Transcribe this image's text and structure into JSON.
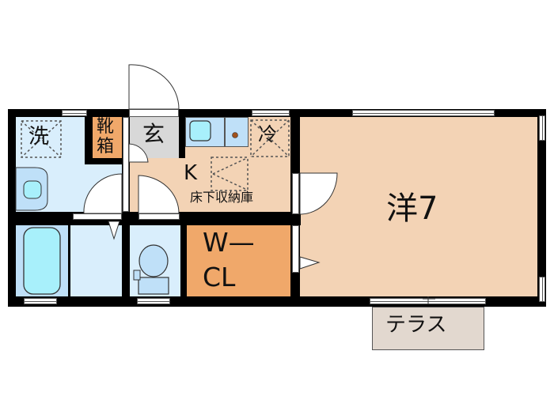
{
  "floorplan": {
    "rooms": {
      "washroom": {
        "label": "洗",
        "type": "washing-machine-space"
      },
      "shoe_box": {
        "label": "靴\n箱",
        "line1": "靴",
        "line2": "箱"
      },
      "entrance": {
        "label": "玄"
      },
      "fridge": {
        "label": "冷"
      },
      "kitchen": {
        "label": "K",
        "sublabel": "床下収納庫"
      },
      "walk_in_closet": {
        "label_line1": "W—",
        "label_line2": "CL"
      },
      "western_room": {
        "label": "洋7",
        "size_tatami": 7
      },
      "terrace": {
        "label": "テラス"
      }
    },
    "colors": {
      "wall": "#000000",
      "wet_area": "#d9eefc",
      "fixture": "#a8f0fb",
      "kitchen_floor": "#f3d3b5",
      "closet": "#f0a86a",
      "entrance_floor": "#d8d8d8",
      "terrace": "#e2d8cf"
    }
  }
}
